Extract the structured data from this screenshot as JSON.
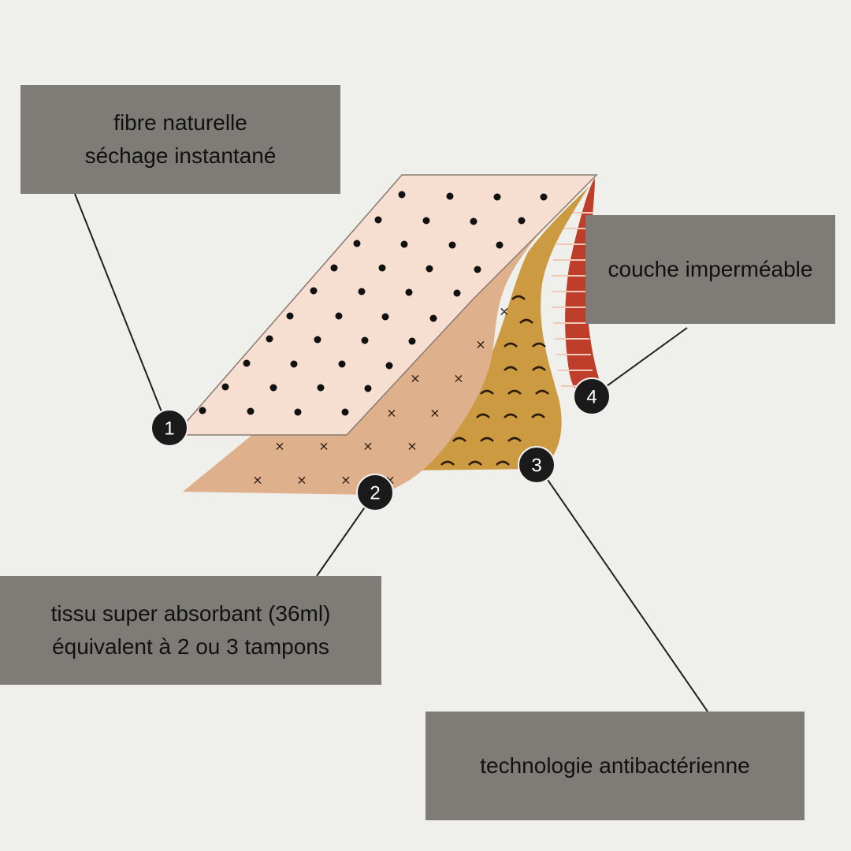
{
  "labels": [
    {
      "id": "1",
      "lines": [
        "fibre naturelle",
        "séchage instantané"
      ]
    },
    {
      "id": "2",
      "lines": [
        "tissu super absorbant (36ml)",
        "équivalent à 2 ou 3 tampons"
      ]
    },
    {
      "id": "3",
      "lines": [
        "technologie antibactérienne"
      ]
    },
    {
      "id": "4",
      "lines": [
        "couche imperméable"
      ]
    }
  ],
  "markers": [
    "1",
    "2",
    "3",
    "4"
  ],
  "colors": {
    "background": "#efefeb",
    "label_box": "#7f7c77",
    "layer_top": "#f6ded0",
    "layer_absorbent": "#dfb08c",
    "layer_antibacterial": "#cc9a40",
    "layer_waterproof": "#be3e2a",
    "marker": "#1a1a1a"
  }
}
